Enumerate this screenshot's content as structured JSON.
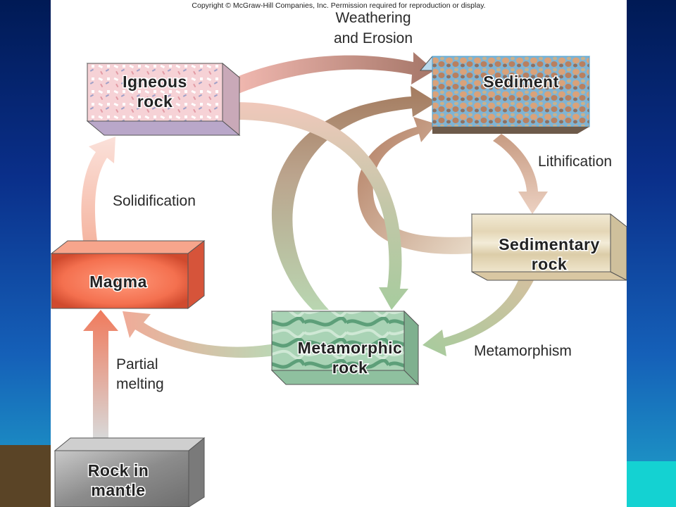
{
  "copyright": "Copyright © McGraw-Hill Companies, Inc. Permission required for reproduction or display.",
  "boxes": {
    "igneous": [
      "Igneous",
      "rock"
    ],
    "sediment": [
      "Sediment"
    ],
    "sedimentary": [
      "Sedimentary",
      "rock"
    ],
    "metamorphic": [
      "Metamorphic",
      "rock"
    ],
    "magma": [
      "Magma"
    ],
    "mantle": [
      "Rock in",
      "mantle"
    ]
  },
  "labels": {
    "weathering": [
      "Weathering",
      "and Erosion"
    ],
    "lithification": "Lithification",
    "solidification": "Solidification",
    "metamorphism": "Metamorphism",
    "partial_melting": [
      "Partial",
      "melting"
    ]
  }
}
